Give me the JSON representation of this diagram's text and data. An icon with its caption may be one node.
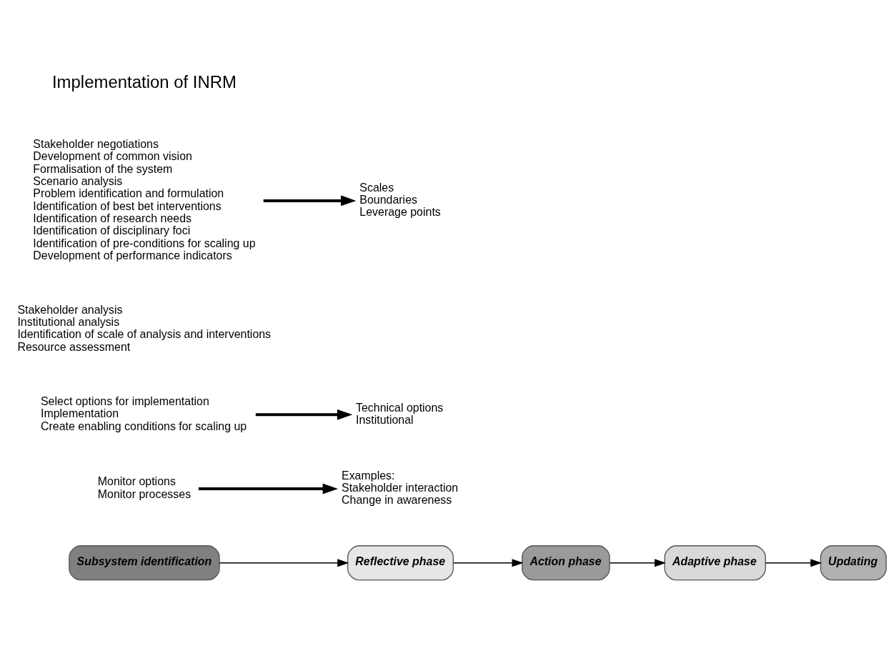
{
  "diagram": {
    "nodes": [
      {
        "text": [
          "Adaptive phase"
        ]
      },
      {
        "text": [
          "Action phase"
        ]
      },
      {
        "text": [
          "Updating"
        ]
      },
      {
        "text": [
          "Subsystem identification"
        ]
      },
      {
        "text": [
          "Reflective phase"
        ]
      },
      {
        "text": [
          "Examples:",
          "Stakeholder interaction",
          "Change in awareness"
        ]
      },
      {
        "text": [
          "Select options for implementation",
          "Implementation",
          "Create enabling conditions for scaling up"
        ]
      },
      {
        "text": [
          "Technical options",
          "Institutional"
        ]
      },
      {
        "text": [
          "Monitor options",
          "Monitor processes"
        ]
      },
      {
        "text": [
          "Stakeholder analysis",
          "Institutional analysis",
          "Identification of scale of analysis and interventions",
          "Resource assessment"
        ]
      },
      {
        "text": [
          "Stakeholder negotiations",
          "Development of common vision",
          "Formalisation of the system",
          "Scenario analysis",
          "Problem identification and formulation",
          "Identification of best bet interventions",
          "Identification of research needs",
          "Identification of disciplinary foci",
          "Identification of pre-conditions for scaling up",
          "Development of performance indicators"
        ]
      },
      {
        "text": [
          "Scales",
          "Boundaries",
          "Leverage points"
        ]
      }
    ],
    "edges": [
      {
        "from": 3,
        "to": 4,
        "arrow": "to"
      },
      {
        "from": 4,
        "to": 1,
        "arrow": "to"
      },
      {
        "from": 1,
        "to": 0,
        "arrow": "to"
      },
      {
        "from": 0,
        "to": 2,
        "arrow": "to"
      },
      {
        "from": 8,
        "to": 5,
        "arrow": "to",
        "style": "thick"
      },
      {
        "from": 6,
        "to": 7,
        "arrow": "to",
        "style": "thick"
      },
      {
        "from": 10,
        "to": 11,
        "arrow": "to",
        "style": "thick"
      }
    ],
    "labels": [
      "Implementation of INRM"
    ]
  }
}
